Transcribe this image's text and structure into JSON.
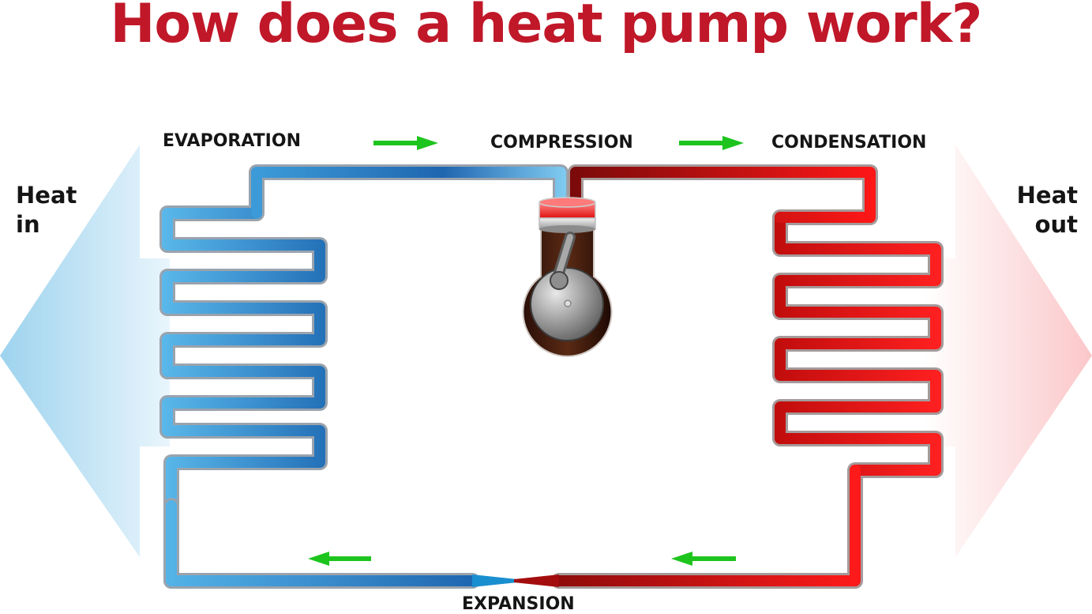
{
  "title": "How does a heat pump work?",
  "stages": {
    "evaporation": "EVAPORATION",
    "compression": "COMPRESSION",
    "condensation": "CONDENSATION",
    "expansion": "EXPANSION"
  },
  "heat_in": {
    "line1": "Heat",
    "line2": "in"
  },
  "heat_out": {
    "line1": "Heat",
    "line2": "out"
  },
  "colors": {
    "title": "#c01829",
    "cold_light": "#6ec2ec",
    "cold_dark": "#1f66b0",
    "hot_light": "#ff1a1a",
    "hot_dark": "#8e0b0b",
    "flow_arrow": "#1ec41e",
    "label": "#151515"
  },
  "icons": [
    "heat-in-arrow",
    "heat-out-arrow",
    "flow-arrow",
    "compressor-piston-icon",
    "expansion-valve-icon"
  ]
}
